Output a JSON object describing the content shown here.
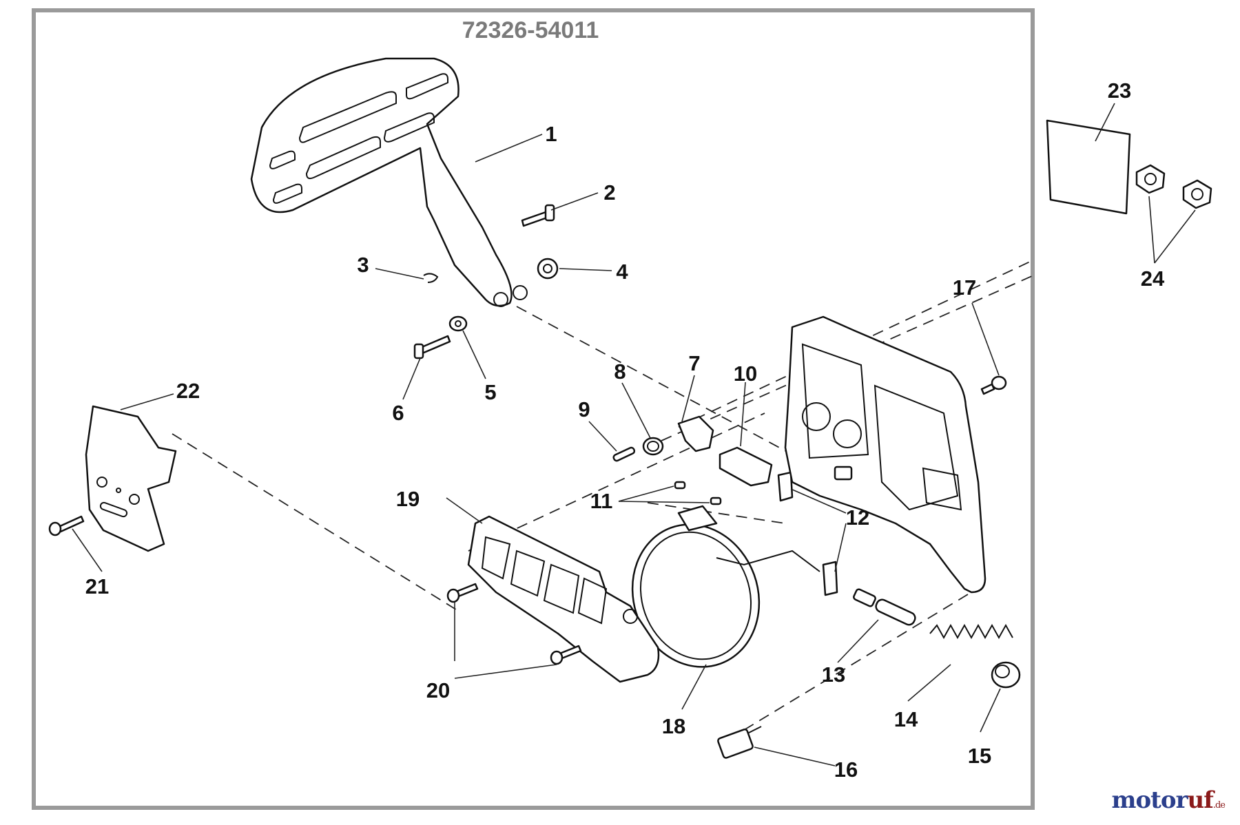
{
  "diagram": {
    "title": "72326-54011",
    "parts": [
      {
        "id": "1",
        "label": "1"
      },
      {
        "id": "2",
        "label": "2"
      },
      {
        "id": "3",
        "label": "3"
      },
      {
        "id": "4",
        "label": "4"
      },
      {
        "id": "5",
        "label": "5"
      },
      {
        "id": "6",
        "label": "6"
      },
      {
        "id": "7",
        "label": "7"
      },
      {
        "id": "8",
        "label": "8"
      },
      {
        "id": "9",
        "label": "9"
      },
      {
        "id": "10",
        "label": "10"
      },
      {
        "id": "11",
        "label": "11"
      },
      {
        "id": "12",
        "label": "12"
      },
      {
        "id": "13",
        "label": "13"
      },
      {
        "id": "14",
        "label": "14"
      },
      {
        "id": "15",
        "label": "15"
      },
      {
        "id": "16",
        "label": "16"
      },
      {
        "id": "17",
        "label": "17"
      },
      {
        "id": "18",
        "label": "18"
      },
      {
        "id": "19",
        "label": "19"
      },
      {
        "id": "20",
        "label": "20"
      },
      {
        "id": "21",
        "label": "21"
      },
      {
        "id": "22",
        "label": "22"
      },
      {
        "id": "23",
        "label": "23"
      },
      {
        "id": "24",
        "label": "24"
      }
    ]
  },
  "watermark": {
    "brand_a": "motor",
    "brand_b": "uf",
    "tld": ".de"
  },
  "colors": {
    "frame": "#9a9a9a",
    "ink": "#111111",
    "brand_blue": "#2b3f8c",
    "brand_red": "#8b1a1a"
  }
}
